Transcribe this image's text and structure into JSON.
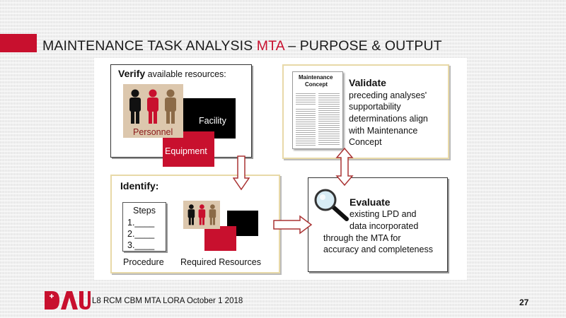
{
  "slide": {
    "title_part1": "MAINTENANCE TASK ANALYSIS ",
    "title_highlight": "MTA",
    "title_part2": " – PURPOSE & OUTPUT",
    "footer": "L8 RCM CBM MTA LORA October 1 2018",
    "page_number": "27",
    "logo_text": "DAU"
  },
  "figure": {
    "verify": {
      "heading": "Verify",
      "rest": " available resources:",
      "personnel": "Personnel",
      "facility": "Facility",
      "equipment": "Equipment"
    },
    "validate": {
      "doc_title_line1": "Maintenance",
      "doc_title_line2": "Concept",
      "heading": "Validate",
      "lines": [
        "preceding analyses'",
        "supportability",
        "determinations align",
        "with Maintenance",
        "Concept"
      ]
    },
    "identify": {
      "heading": "Identify:",
      "steps_title": "Steps",
      "steps": [
        "1.____",
        "2.____",
        "3.____"
      ],
      "procedure": "Procedure",
      "required_resources": "Required Resources"
    },
    "evaluate": {
      "heading": "Evaluate",
      "lines": [
        "existing LPD and",
        "data incorporated",
        "through the MTA for",
        "accuracy and completeness"
      ]
    }
  },
  "colors": {
    "accent": "#c8102e",
    "beige": "#dcc7ad",
    "black": "#000000",
    "outline": "#e8d9a8"
  }
}
